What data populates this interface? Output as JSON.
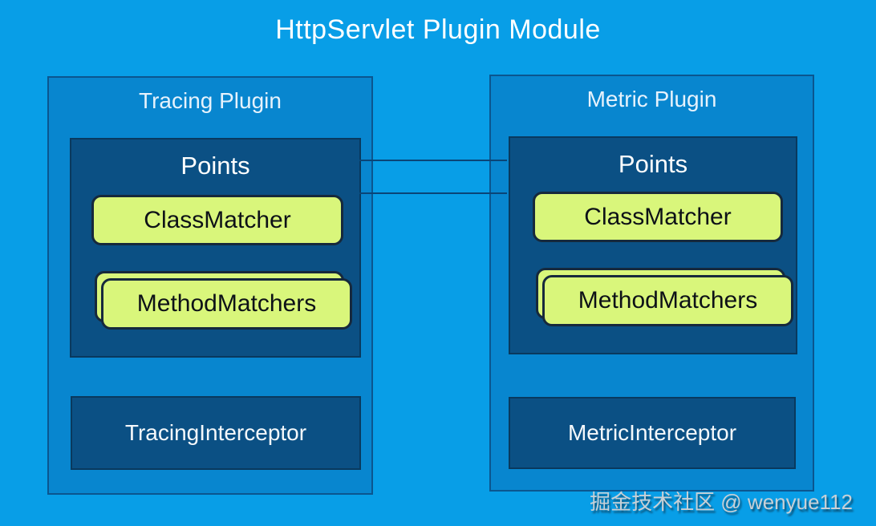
{
  "title": "HttpServlet Plugin Module",
  "watermark": "掘金技术社区 @ wenyue112",
  "colors": {
    "background": "#089EE7",
    "panel_fill": "#0886CF",
    "panel_border": "#0B568F",
    "box_fill": "#0B5084",
    "box_border": "#09395E",
    "node_fill": "#D9F67B",
    "node_border": "#16293C",
    "connector_line": "#0A4577",
    "title_text": "#FFFFFF",
    "watermark_text": "#C8D0D6"
  },
  "panels": [
    {
      "title": "Tracing Plugin",
      "points_label": "Points",
      "class_matcher_label": "ClassMatcher",
      "method_matchers_label": "MethodMatchers",
      "interceptor_label": "TracingInterceptor"
    },
    {
      "title": "Metric Plugin",
      "points_label": "Points",
      "class_matcher_label": "ClassMatcher",
      "method_matchers_label": "MethodMatchers",
      "interceptor_label": "MetricInterceptor"
    }
  ],
  "connectors": [
    {
      "from": "tracing-points-box",
      "to": "metric-points-box"
    },
    {
      "from": "tracing-points-box",
      "to": "metric-points-box"
    }
  ]
}
